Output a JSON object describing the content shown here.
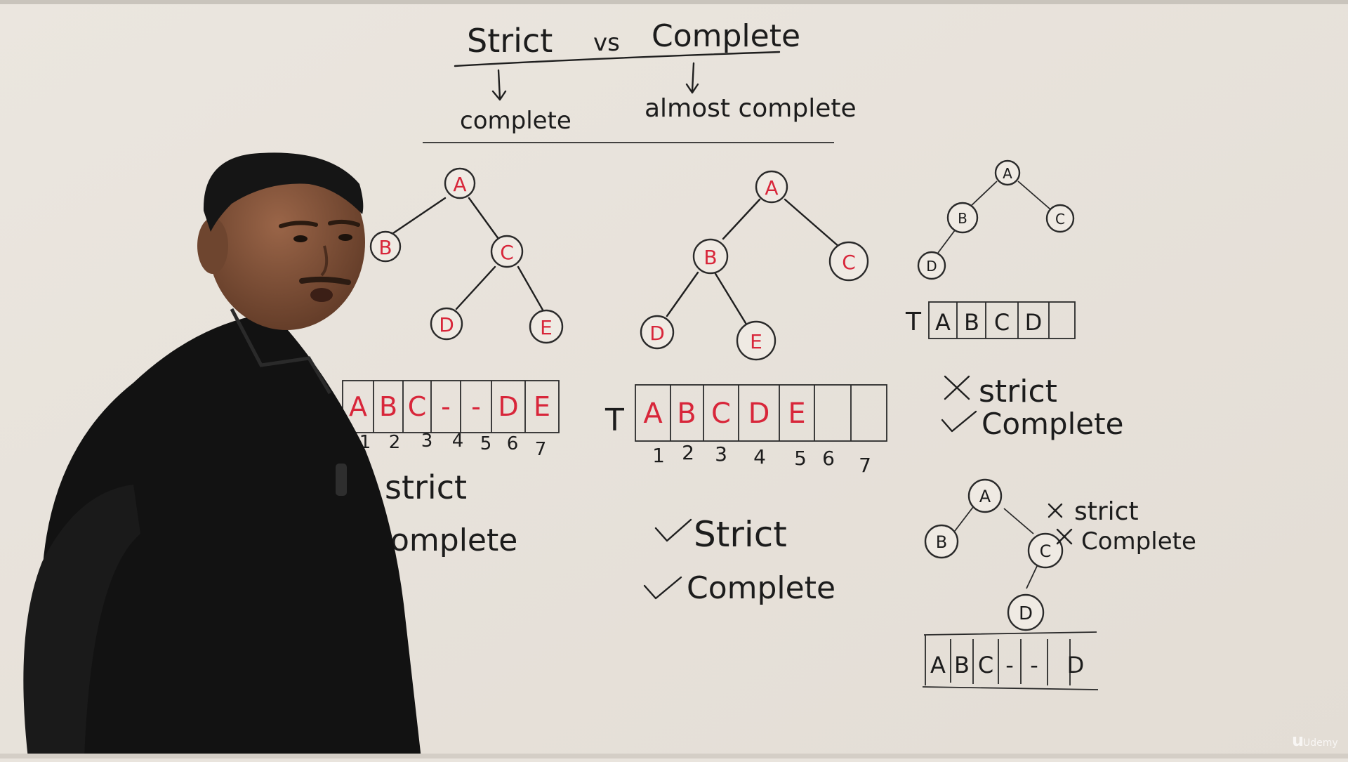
{
  "board": {
    "colors": {
      "board": "#ece7e0",
      "ink": "#1c1c1c",
      "red_ink": "#d8263a",
      "shirt": "#111111",
      "skin": "#7a4e36"
    },
    "title": {
      "strict": "Strict",
      "vs": "vs",
      "complete": "Complete"
    },
    "subtitle": {
      "left": "complete",
      "right": "almost complete"
    },
    "tree1": {
      "nodes": [
        "A",
        "B",
        "C",
        "D",
        "E"
      ],
      "array": [
        "A",
        "B",
        "C",
        "-",
        "-",
        "D",
        "E"
      ],
      "indices": [
        "1",
        "2",
        "3",
        "4",
        "5",
        "6",
        "7"
      ],
      "label_strict": "strict",
      "label_complete": "omplete"
    },
    "tree2": {
      "array_prefix": "T",
      "nodes": [
        "A",
        "B",
        "C",
        "D",
        "E"
      ],
      "array": [
        "A",
        "B",
        "C",
        "D",
        "E",
        "",
        ""
      ],
      "indices": [
        "1",
        "2",
        "3",
        "4",
        "5",
        "6",
        "7"
      ],
      "label_strict": "Strict",
      "label_complete": "Complete"
    },
    "tree3": {
      "array_prefix": "T",
      "nodes": [
        "A",
        "B",
        "C",
        "D"
      ],
      "array": [
        "A",
        "B",
        "C",
        "D"
      ],
      "label_strict": "strict",
      "label_complete": "Complete"
    },
    "tree4": {
      "nodes": [
        "A",
        "B",
        "C",
        "D"
      ],
      "array": [
        "A",
        "B",
        "C",
        "-",
        "-",
        "D"
      ],
      "label_strict": "strict",
      "label_complete": "Complete"
    },
    "watermark": "Udemy"
  }
}
